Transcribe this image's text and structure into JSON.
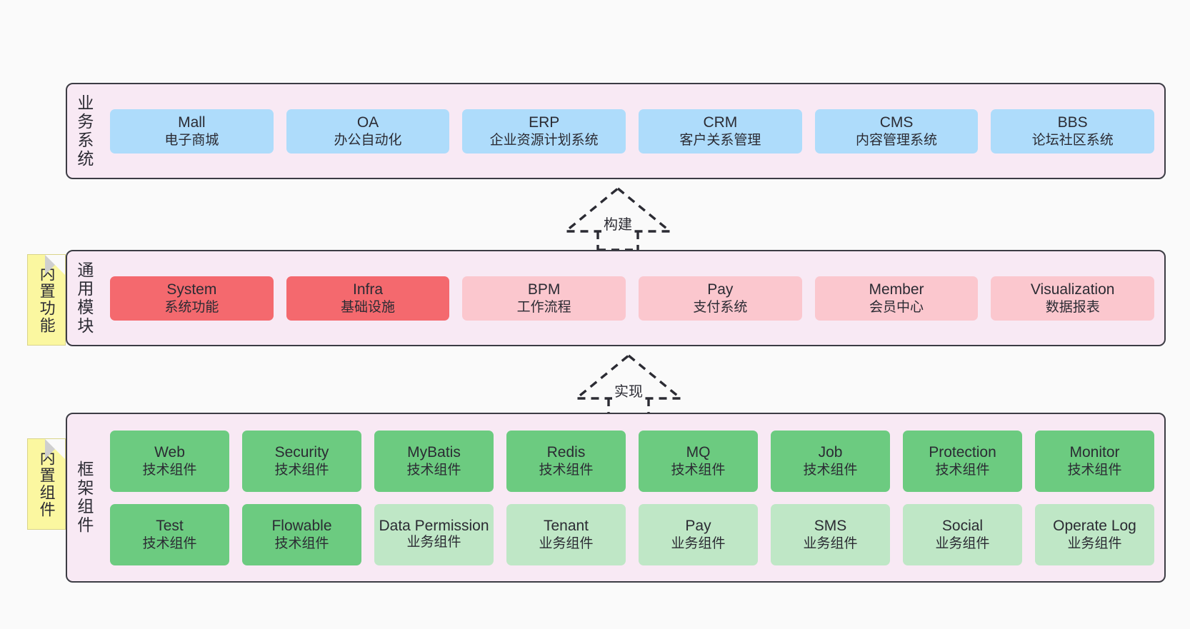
{
  "theme": {
    "page_bg": "#fafafa",
    "layer_bg": "#f8e9f4",
    "layer_border": "#3c3c44",
    "note_bg": "#fbf7a0",
    "blue": "#aedcfb",
    "red": "#f4696e",
    "pink": "#fbc7ce",
    "green": "#6ccb80",
    "light_green": "#bfe7c6",
    "text": "#2b2b33"
  },
  "layers": [
    {
      "id": "business-system",
      "label": "业务系统",
      "rows": [
        {
          "cards": [
            {
              "title": "Mall",
              "subtitle": "电子商城",
              "style": "c-blue"
            },
            {
              "title": "OA",
              "subtitle": "办公自动化",
              "style": "c-blue"
            },
            {
              "title": "ERP",
              "subtitle": "企业资源计划系统",
              "style": "c-blue"
            },
            {
              "title": "CRM",
              "subtitle": "客户关系管理",
              "style": "c-blue"
            },
            {
              "title": "CMS",
              "subtitle": "内容管理系统",
              "style": "c-blue"
            },
            {
              "title": "BBS",
              "subtitle": "论坛社区系统",
              "style": "c-blue"
            }
          ]
        }
      ]
    },
    {
      "id": "common-module",
      "label": "通用模块",
      "note": "内置功能",
      "rows": [
        {
          "cards": [
            {
              "title": "System",
              "subtitle": "系统功能",
              "style": "c-red"
            },
            {
              "title": "Infra",
              "subtitle": "基础设施",
              "style": "c-red"
            },
            {
              "title": "BPM",
              "subtitle": "工作流程",
              "style": "c-pink"
            },
            {
              "title": "Pay",
              "subtitle": "支付系统",
              "style": "c-pink"
            },
            {
              "title": "Member",
              "subtitle": "会员中心",
              "style": "c-pink"
            },
            {
              "title": "Visualization",
              "subtitle": "数据报表",
              "style": "c-pink"
            }
          ]
        }
      ]
    },
    {
      "id": "framework-component",
      "label": "框架组件",
      "note": "内置组件",
      "rows": [
        {
          "cards": [
            {
              "title": "Web",
              "subtitle": "技术组件",
              "style": "c-green"
            },
            {
              "title": "Security",
              "subtitle": "技术组件",
              "style": "c-green"
            },
            {
              "title": "MyBatis",
              "subtitle": "技术组件",
              "style": "c-green"
            },
            {
              "title": "Redis",
              "subtitle": "技术组件",
              "style": "c-green"
            },
            {
              "title": "MQ",
              "subtitle": "技术组件",
              "style": "c-green"
            },
            {
              "title": "Job",
              "subtitle": "技术组件",
              "style": "c-green"
            },
            {
              "title": "Protection",
              "subtitle": "技术组件",
              "style": "c-green"
            },
            {
              "title": "Monitor",
              "subtitle": "技术组件",
              "style": "c-green"
            }
          ]
        },
        {
          "cards": [
            {
              "title": "Test",
              "subtitle": "技术组件",
              "style": "c-green"
            },
            {
              "title": "Flowable",
              "subtitle": "技术组件",
              "style": "c-green"
            },
            {
              "title": "Data Permission",
              "subtitle": "业务组件",
              "style": "c-lightgreen"
            },
            {
              "title": "Tenant",
              "subtitle": "业务组件",
              "style": "c-lightgreen"
            },
            {
              "title": "Pay",
              "subtitle": "业务组件",
              "style": "c-lightgreen"
            },
            {
              "title": "SMS",
              "subtitle": "业务组件",
              "style": "c-lightgreen"
            },
            {
              "title": "Social",
              "subtitle": "业务组件",
              "style": "c-lightgreen"
            },
            {
              "title": "Operate Log",
              "subtitle": "业务组件",
              "style": "c-lightgreen"
            }
          ]
        }
      ]
    }
  ],
  "connectors": [
    {
      "id": "build",
      "label": "构建",
      "from": "common-module",
      "to": "business-system",
      "arrow": "hollow-triangle-dashed"
    },
    {
      "id": "implement",
      "label": "实现",
      "from": "framework-component",
      "to": "common-module",
      "arrow": "hollow-triangle-dashed"
    }
  ]
}
